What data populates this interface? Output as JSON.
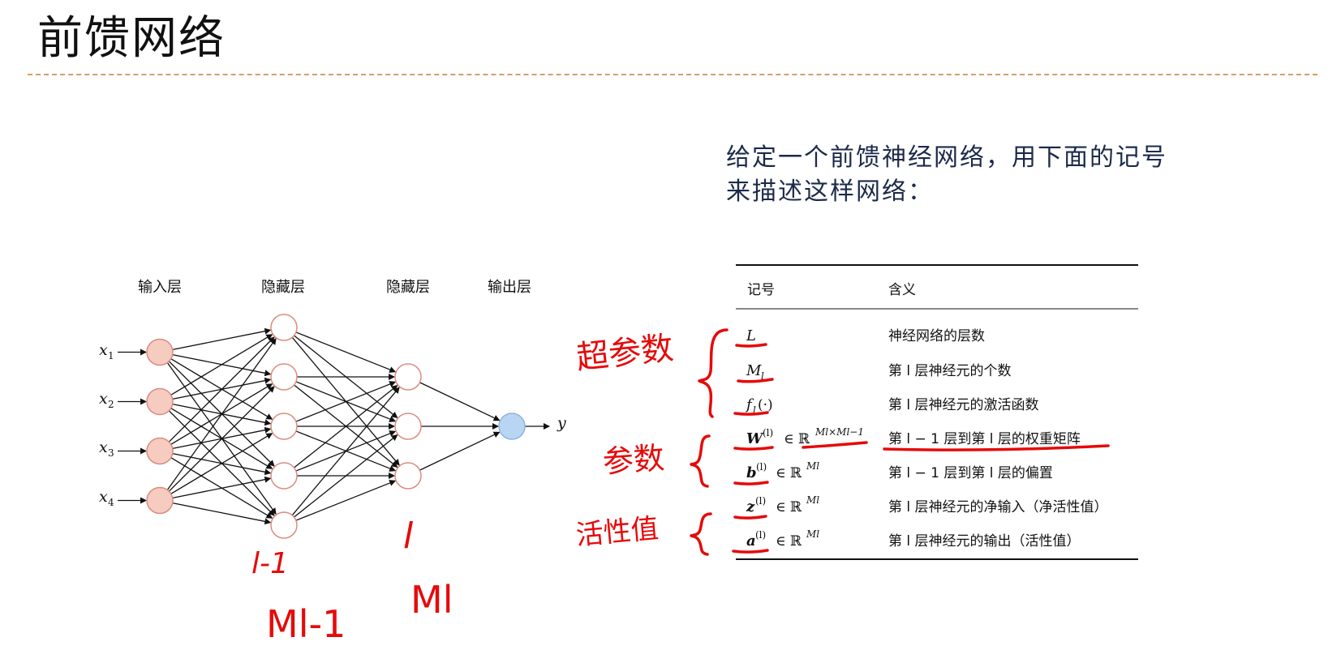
{
  "slide": {
    "title": "前馈网络"
  },
  "intro": {
    "line1": "给定一个前馈神经网络，用下面的记号",
    "line2": "来描述这样网络："
  },
  "network": {
    "layer_labels": [
      "输入层",
      "隐藏层",
      "隐藏层",
      "输出层"
    ],
    "inputs": [
      {
        "base": "x",
        "sub": "1"
      },
      {
        "base": "x",
        "sub": "2"
      },
      {
        "base": "x",
        "sub": "3"
      },
      {
        "base": "x",
        "sub": "4"
      }
    ],
    "output": "y",
    "layer_sizes": [
      4,
      5,
      3,
      1
    ],
    "colors": {
      "input_fill": "#f6cbc0",
      "hidden_fill": "#ffffff",
      "output_fill": "#b8d6f4",
      "node_stroke": "#d98d7f",
      "output_stroke": "#8fb3d8"
    }
  },
  "table": {
    "headers": [
      "记号",
      "含义"
    ],
    "rows": [
      {
        "symbol": "L",
        "meaning": "神经网络的层数"
      },
      {
        "symbol": "M",
        "symbol_sub": "l",
        "meaning": "第 l 层神经元的个数"
      },
      {
        "symbol": "f",
        "symbol_sub": "l",
        "symbol_tail": "(·)",
        "meaning": "第 l 层神经元的激活函数"
      },
      {
        "symbol": "W",
        "symbol_sup": "(l)",
        "set": "∈ ℝ",
        "set_sup": "Ml×Ml−1",
        "meaning": "第 l − 1 层到第 l 层的权重矩阵"
      },
      {
        "symbol": "b",
        "symbol_sup": "(l)",
        "set": "∈ ℝ",
        "set_sup": "Ml",
        "meaning": "第 l − 1 层到第 l 层的偏置"
      },
      {
        "symbol": "z",
        "symbol_sup": "(l)",
        "set": "∈ ℝ",
        "set_sup": "Ml",
        "meaning": "第 l 层神经元的净输入（净活性值）"
      },
      {
        "symbol": "a",
        "symbol_sup": "(l)",
        "set": "∈ ℝ",
        "set_sup": "Ml",
        "meaning": "第 l 层神经元的输出（活性值）"
      }
    ]
  },
  "annotations": {
    "color": "#e60a0a",
    "hyperparams": "超参数",
    "params": "参数",
    "activations": "活性值",
    "layer_prev": "l-1",
    "layer_cur": "l",
    "size_prev": "Ml-1",
    "size_cur": "Ml"
  }
}
